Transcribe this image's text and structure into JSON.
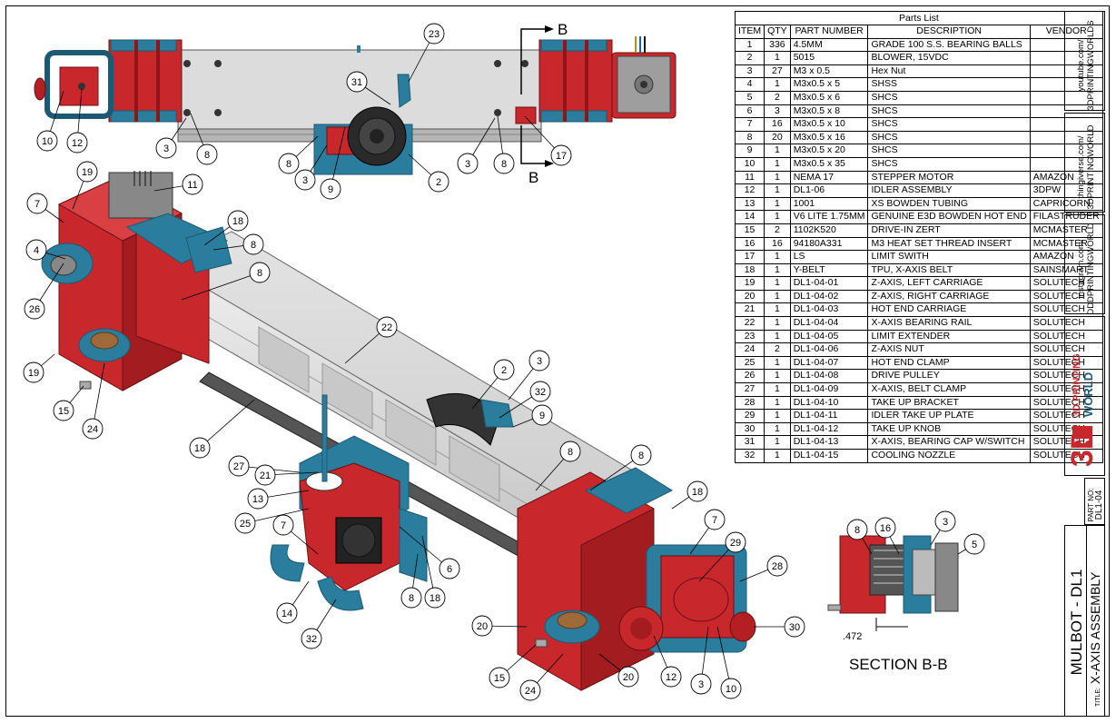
{
  "parts_list": {
    "title": "Parts List",
    "headers": [
      "ITEM",
      "QTY",
      "PART NUMBER",
      "DESCRIPTION",
      "VENDOR"
    ],
    "rows": [
      [
        "1",
        "336",
        "4.5MM",
        "GRADE 100 S.S. BEARING BALLS",
        ""
      ],
      [
        "2",
        "1",
        "5015",
        "BLOWER, 15VDC",
        ""
      ],
      [
        "3",
        "27",
        "M3 x 0.5",
        "Hex Nut",
        ""
      ],
      [
        "4",
        "1",
        "M3x0.5 x 5",
        "SHSS",
        ""
      ],
      [
        "5",
        "2",
        "M3x0.5 x 6",
        "SHCS",
        ""
      ],
      [
        "6",
        "3",
        "M3x0.5 x 8",
        "SHCS",
        ""
      ],
      [
        "7",
        "16",
        "M3x0.5 x 10",
        "SHCS",
        ""
      ],
      [
        "8",
        "20",
        "M3x0.5 x 16",
        "SHCS",
        ""
      ],
      [
        "9",
        "1",
        "M3x0.5 x 20",
        "SHCS",
        ""
      ],
      [
        "10",
        "1",
        "M3x0.5 x 35",
        "SHCS",
        ""
      ],
      [
        "11",
        "1",
        "NEMA 17",
        "STEPPER MOTOR",
        "AMAZON"
      ],
      [
        "12",
        "1",
        "DL1-06",
        "IDLER ASSEMBLY",
        "3DPW"
      ],
      [
        "13",
        "1",
        "1001",
        "XS BOWDEN TUBING",
        "CAPRICORN"
      ],
      [
        "14",
        "1",
        "V6 LITE 1.75MM",
        "GENUINE E3D BOWDEN HOT END",
        "FILASTRUDER"
      ],
      [
        "15",
        "2",
        "1102K520",
        "DRIVE-IN ZERT",
        "MCMASTER"
      ],
      [
        "16",
        "16",
        "94180A331",
        "M3 HEAT SET THREAD INSERT",
        "MCMASTER"
      ],
      [
        "17",
        "1",
        "LS",
        "LIMIT SWITH",
        "AMAZON"
      ],
      [
        "18",
        "1",
        "Y-BELT",
        "TPU, X-AXIS BELT",
        "SAINSMART"
      ],
      [
        "19",
        "1",
        "DL1-04-01",
        "Z-AXIS, LEFT CARRIAGE",
        "SOLUTECH"
      ],
      [
        "20",
        "1",
        "DL1-04-02",
        "Z-AXIS, RIGHT CARRIAGE",
        "SOLUTECH"
      ],
      [
        "21",
        "1",
        "DL1-04-03",
        "HOT END CARRIAGE",
        "SOLUTECH"
      ],
      [
        "22",
        "1",
        "DL1-04-04",
        "X-AXIS BEARING RAIL",
        "SOLUTECH"
      ],
      [
        "23",
        "1",
        "DL1-04-05",
        "LIMIT EXTENDER",
        "SOLUTECH"
      ],
      [
        "24",
        "2",
        "DL1-04-06",
        "Z-AXIS NUT",
        "SOLUTECH"
      ],
      [
        "25",
        "1",
        "DL1-04-07",
        "HOT END CLAMP",
        "SOLUTECH"
      ],
      [
        "26",
        "1",
        "DL1-04-08",
        "DRIVE PULLEY",
        "SOLUTECH"
      ],
      [
        "27",
        "1",
        "DL1-04-09",
        "X-AXIS, BELT CLAMP",
        "SOLUTECH"
      ],
      [
        "28",
        "1",
        "DL1-04-10",
        "TAKE UP BRACKET",
        "SOLUTECH"
      ],
      [
        "29",
        "1",
        "DL1-04-11",
        "IDLER TAKE UP PLATE",
        "SOLUTECH"
      ],
      [
        "30",
        "1",
        "DL1-04-12",
        "TAKE UP KNOB",
        "SOLUTECH"
      ],
      [
        "31",
        "1",
        "DL1-04-13",
        "X-AXIS, BEARING CAP W/SWITCH",
        "SOLUTECH"
      ],
      [
        "32",
        "1",
        "DL1-04-15",
        "COOLING NOZZLE",
        "SOLUTECH"
      ]
    ]
  },
  "sidebar": {
    "youtube": [
      "youtube.com/",
      "3DPRINTINGWORLDS"
    ],
    "thingiverse": [
      "thingiverse.com/",
      "3DPRINTINGWORLD"
    ],
    "instagram": [
      "instagram.com/",
      "DDDPRINTINGWORLD"
    ],
    "logo_text": [
      "3D PRINTING",
      "WORLD"
    ]
  },
  "title_block": {
    "part_no_label": "PART NO:",
    "part_no": "DL1-04",
    "product": "MULBOT - DL1",
    "title_label": "TITLE:",
    "title": "X-AXIS ASSEMBLY"
  },
  "section": {
    "label": "SECTION B-B",
    "cut_label": "B",
    "dimension": ".472"
  },
  "colors": {
    "red": "#c8282b",
    "red_dark": "#8e1518",
    "blue": "#2a7d9c",
    "blue_dark": "#1c5a73",
    "rail": "#d8d8d8",
    "rail_dark": "#9a9a9a",
    "steel": "#bdbdbd"
  },
  "balloons_top": [
    "23",
    "31",
    "3",
    "8",
    "10",
    "12",
    "8",
    "3",
    "9",
    "2",
    "3",
    "8",
    "17"
  ],
  "balloons_iso": [
    "19",
    "7",
    "4",
    "26",
    "19",
    "15",
    "24",
    "11",
    "18",
    "8",
    "8",
    "22",
    "2",
    "3",
    "32",
    "9",
    "18",
    "27",
    "21",
    "13",
    "25",
    "7",
    "14",
    "32",
    "8",
    "18",
    "6",
    "8",
    "8",
    "18",
    "7",
    "29",
    "28",
    "30",
    "20",
    "15",
    "24",
    "20",
    "12",
    "3",
    "10"
  ],
  "balloons_section": [
    "8",
    "16",
    "3",
    "5"
  ]
}
